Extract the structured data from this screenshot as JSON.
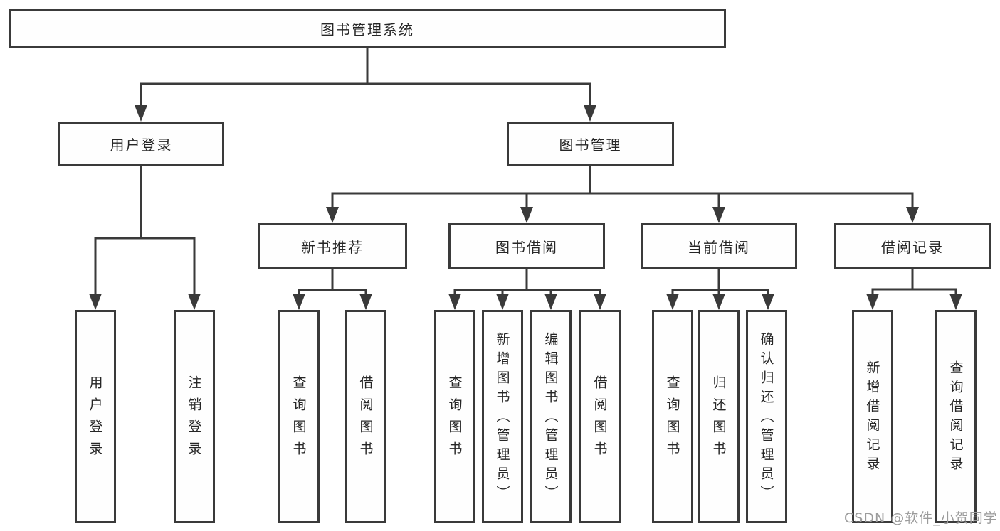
{
  "diagram_title": "图书管理系统",
  "tree": {
    "label": "图书管理系统",
    "children": [
      {
        "label": "用户登录",
        "children": [
          {
            "label": "用户登录"
          },
          {
            "label": "注销登录"
          }
        ]
      },
      {
        "label": "图书管理",
        "children": [
          {
            "label": "新书推荐",
            "children": [
              {
                "label": "查询图书"
              },
              {
                "label": "借阅图书"
              }
            ]
          },
          {
            "label": "图书借阅",
            "children": [
              {
                "label": "查询图书"
              },
              {
                "label": "新增图书（管理员）"
              },
              {
                "label": "编辑图书（管理员）"
              },
              {
                "label": "借阅图书"
              }
            ]
          },
          {
            "label": "当前借阅",
            "children": [
              {
                "label": "查询图书"
              },
              {
                "label": "归还图书"
              },
              {
                "label": "确认归还（管理员）"
              }
            ]
          },
          {
            "label": "借阅记录",
            "children": [
              {
                "label": "新增借阅记录"
              },
              {
                "label": "查询借阅记录"
              }
            ]
          }
        ]
      }
    ]
  },
  "watermark": "CSDN @软件_小贺同学",
  "colors": {
    "line": "#3a3a3a",
    "text": "#262626",
    "box_background": "#fefefe",
    "watermark": "#9b9b9b",
    "page_background": "#ffffff"
  }
}
